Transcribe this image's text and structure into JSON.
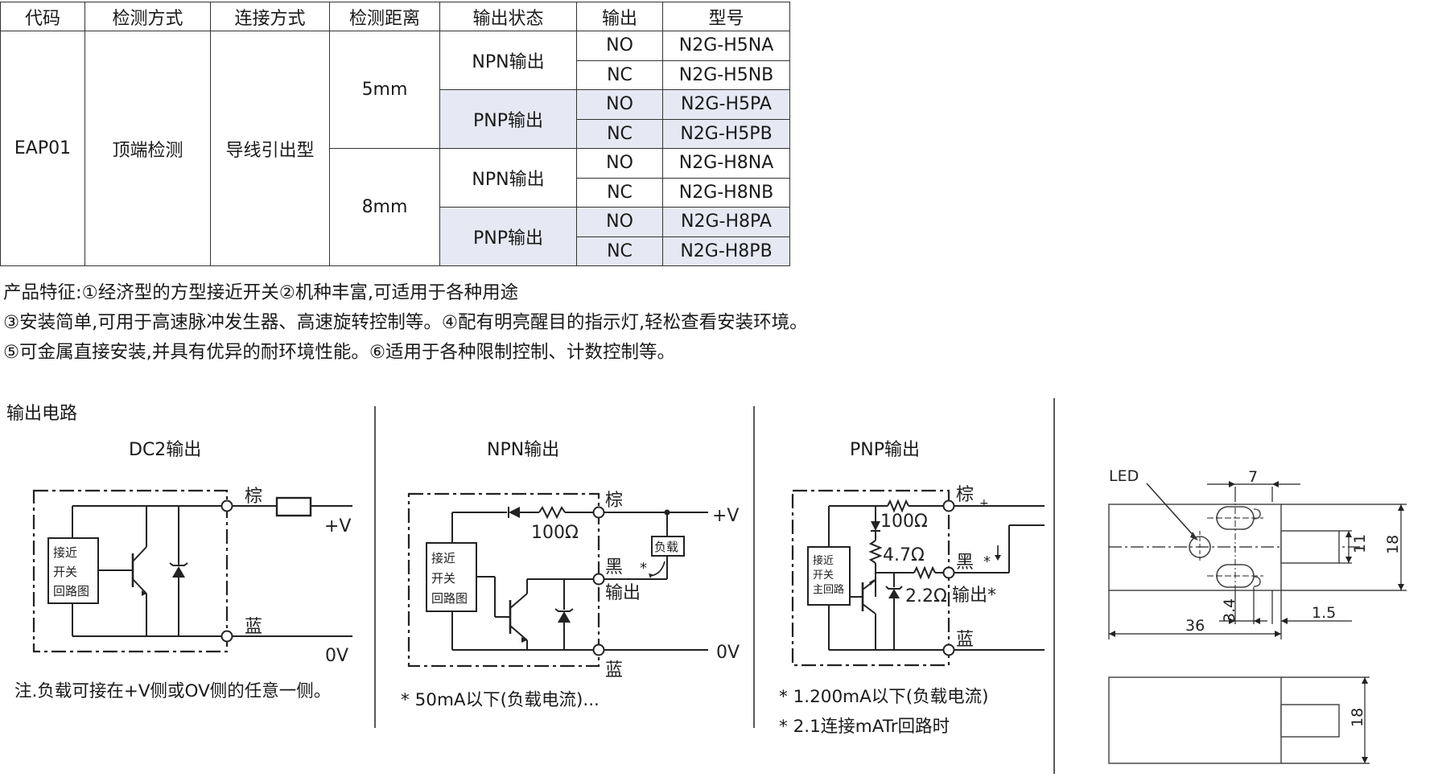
{
  "table": {
    "headers": [
      "代码",
      "检测方式",
      "连接方式",
      "检测距离",
      "输出状态",
      "输出",
      "型号"
    ],
    "code": "EAP01",
    "detect_method": "顶端检测",
    "connection": "导线引出型",
    "distances": [
      "5mm",
      "8mm"
    ],
    "output_states": [
      "NPN输出",
      "PNP输出",
      "NPN输出",
      "PNP输出"
    ],
    "rows": [
      {
        "output": "NO",
        "model": "N2G-H5NA"
      },
      {
        "output": "NC",
        "model": "N2G-H5NB"
      },
      {
        "output": "NO",
        "model": "N2G-H5PA"
      },
      {
        "output": "NC",
        "model": "N2G-H5PB"
      },
      {
        "output": "NO",
        "model": "N2G-H8NA"
      },
      {
        "output": "NC",
        "model": "N2G-H8NB"
      },
      {
        "output": "NO",
        "model": "N2G-H8PA"
      },
      {
        "output": "NC",
        "model": "N2G-H8PB"
      }
    ],
    "shade_color": "#e6e8f3"
  },
  "features": [
    "产品特征:①经济型的方型接近开关②机种丰富,可适用于各种用途",
    "③安装简单,可用于高速脉冲发生器、高速旋转控制等。④配有明亮醒目的指示灯,轻松查看安装环境。",
    "⑤可金属直接安装,并具有优异的耐环境性能。⑥适用于各种限制控制、计数控制等。"
  ],
  "circuits": {
    "section_title": "输出电路",
    "dc2": {
      "title": "DC2输出",
      "brown": "棕",
      "blue": "蓝",
      "vplus": "+V",
      "zero": "0V",
      "inner": [
        "接近",
        "开关",
        "回路图"
      ],
      "note": "注.负载可接在+V侧或OV侧的任意一侧。"
    },
    "npn": {
      "title": "NPN输出",
      "brown": "棕",
      "black": "黑",
      "output": "输出",
      "blue": "蓝",
      "vplus": "+V",
      "zero": "0V",
      "res": "100Ω",
      "load": "负载",
      "star": "*",
      "inner": [
        "接近",
        "开关",
        "回路图"
      ],
      "note": "* 50mA以下(负载电流)..."
    },
    "pnp": {
      "title": "PNP输出",
      "brown": "棕",
      "black": "黑",
      "output": "输出*",
      "blue": "蓝",
      "plus": "+",
      "star": "*",
      "r1": "100Ω",
      "r2": "4.7Ω",
      "r3": "2.2Ω",
      "inner": [
        "接近",
        "开关",
        "主回路"
      ],
      "note1": "* 1.200mA以下(负载电流)",
      "note2": "* 2.1连接mATr回路时"
    }
  },
  "dimensions": {
    "led": "LED",
    "d7": "7",
    "d11": "11",
    "d18": "18",
    "d36": "36",
    "d34": "3.4",
    "d15": "1.5",
    "d18b": "18"
  }
}
